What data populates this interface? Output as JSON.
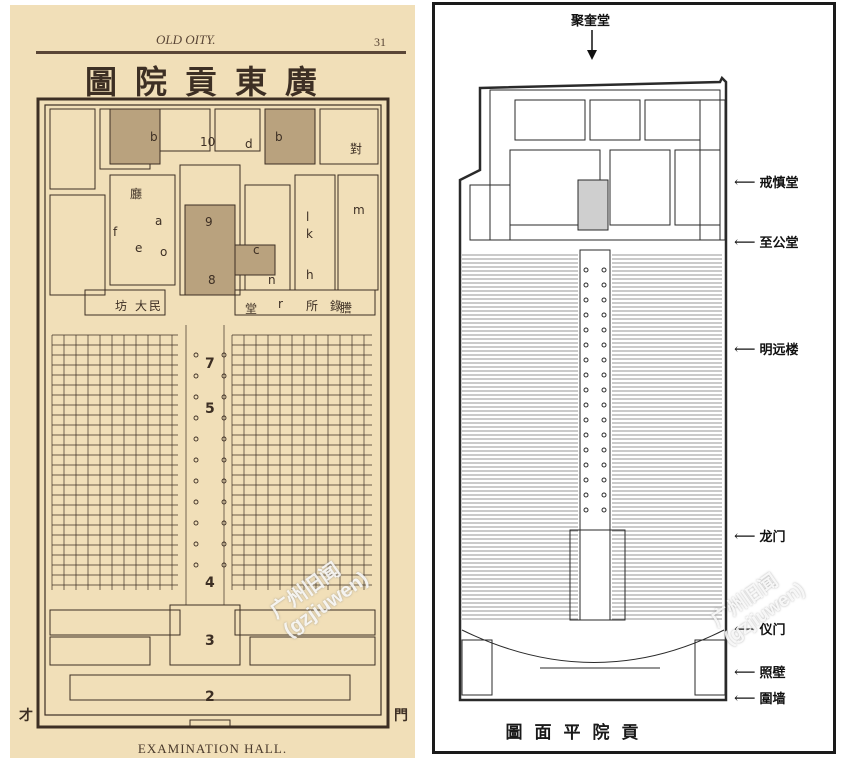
{
  "left": {
    "running_head": "OLD OITY.",
    "page_number": "31",
    "title": "圖院貢東廣",
    "caption": "EXAMINATION HALL.",
    "labels": [
      "b",
      "10",
      "d",
      "b",
      "對",
      "廳",
      "a",
      "9",
      "l",
      "m",
      "f",
      "e",
      "c",
      "k",
      "o",
      "h",
      "8",
      "n",
      "堂",
      "坊",
      "大",
      "民",
      "r",
      "所",
      "錄",
      "謄",
      "7",
      "5",
      "4",
      "3",
      "2"
    ],
    "bottom_left": "才",
    "bottom_right": "門"
  },
  "right": {
    "top_label": "聚奎堂",
    "caption": "圖面平院貢",
    "annotations": [
      "戒慎堂",
      "至公堂",
      "明远楼",
      "龙门",
      "仪门",
      "照壁",
      "圍墙"
    ]
  },
  "watermarks": [
    {
      "line1": "广州旧闻",
      "line2": "(gzjiuwen)"
    },
    {
      "line1": "广州旧闻",
      "line2": "(gzjiuwen)"
    }
  ]
}
